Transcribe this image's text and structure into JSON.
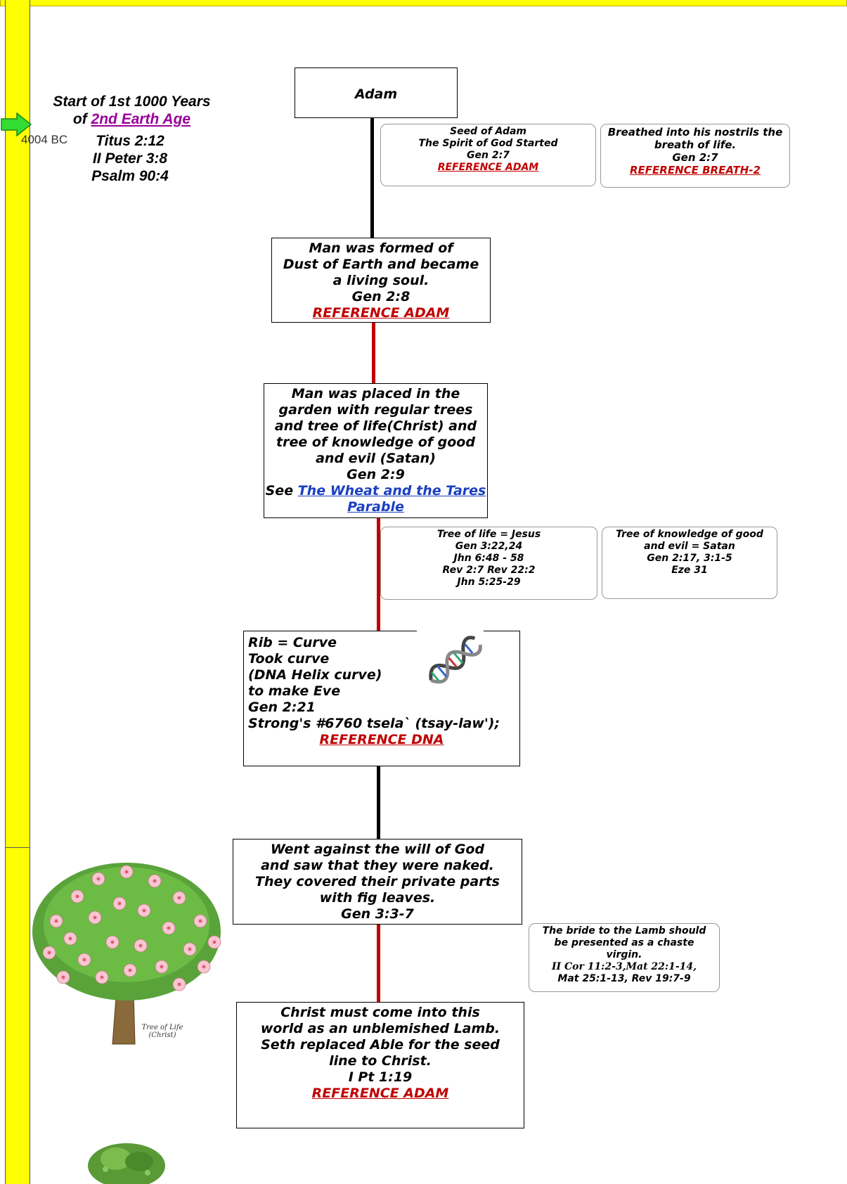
{
  "sidebar": {
    "heading_line1": "Start of 1st 1000 Years",
    "heading_of": "of ",
    "heading_link": "2nd Earth Age",
    "date": "4004 BC",
    "scriptures": [
      "Titus 2:12",
      "II Peter 3:8",
      "Psalm 90:4"
    ],
    "tree_caption_line1": "Tree of Life",
    "tree_caption_line2": "(Christ)"
  },
  "boxes": {
    "adam": "Adam",
    "formed": [
      "Man was formed of",
      "Dust of Earth and became",
      "a living soul.",
      "Gen 2:8"
    ],
    "formed_ref": "REFERENCE ADAM",
    "garden": [
      "Man was placed in the",
      "garden with regular trees",
      "and tree of life(Christ) and",
      "tree of knowledge of good",
      "and evil (Satan)",
      "Gen 2:9"
    ],
    "garden_see": "See ",
    "garden_link": "The Wheat and the Tares Parable",
    "rib": [
      "Rib = Curve",
      "Took curve",
      "(DNA Helix curve)",
      "to make Eve",
      "Gen 2:21",
      "Strong's #6760  tsela`  (tsay-law');"
    ],
    "rib_ref": "REFERENCE DNA",
    "against": [
      "Went against the will of God",
      "and saw that they were naked.",
      "They covered their private parts",
      "with fig leaves.",
      "Gen 3:3-7"
    ],
    "christ": [
      "Christ must come into this",
      "world as an unblemished Lamb.",
      "Seth replaced Able for the seed",
      "line to Christ.",
      "I Pt 1:19"
    ],
    "christ_ref": "REFERENCE ADAM"
  },
  "notes": {
    "seed": [
      "Seed of Adam",
      "The Spirit of God Started",
      "Gen 2:7"
    ],
    "seed_ref": "REFERENCE ADAM",
    "breath": [
      "Breathed into his nostrils the",
      "breath of life.",
      "Gen 2:7"
    ],
    "breath_ref": "REFERENCE BREATH-2",
    "tree_life": [
      "Tree of life = Jesus",
      "Gen 3:22,24",
      "Jhn 6:48 - 58",
      "Rev 2:7 Rev 22:2",
      "Jhn 5:25-29"
    ],
    "tree_knowledge": [
      "Tree of knowledge of good",
      "and evil = Satan",
      "Gen 2:17, 3:1-5",
      "Eze 31"
    ],
    "bride": [
      "The bride to the Lamb should",
      "be presented as a chaste",
      "virgin.",
      "II Cor 11:2-3,Mat 22:1-14,",
      "Mat 25:1-13, Rev 19:7-9"
    ]
  },
  "colors": {
    "yellow": "#ffff00",
    "red_line": "#c00000",
    "ref_red": "#c00000",
    "link_purple": "#990099",
    "link_blue": "#1a3fbf",
    "arrow_green": "#33dd33"
  }
}
